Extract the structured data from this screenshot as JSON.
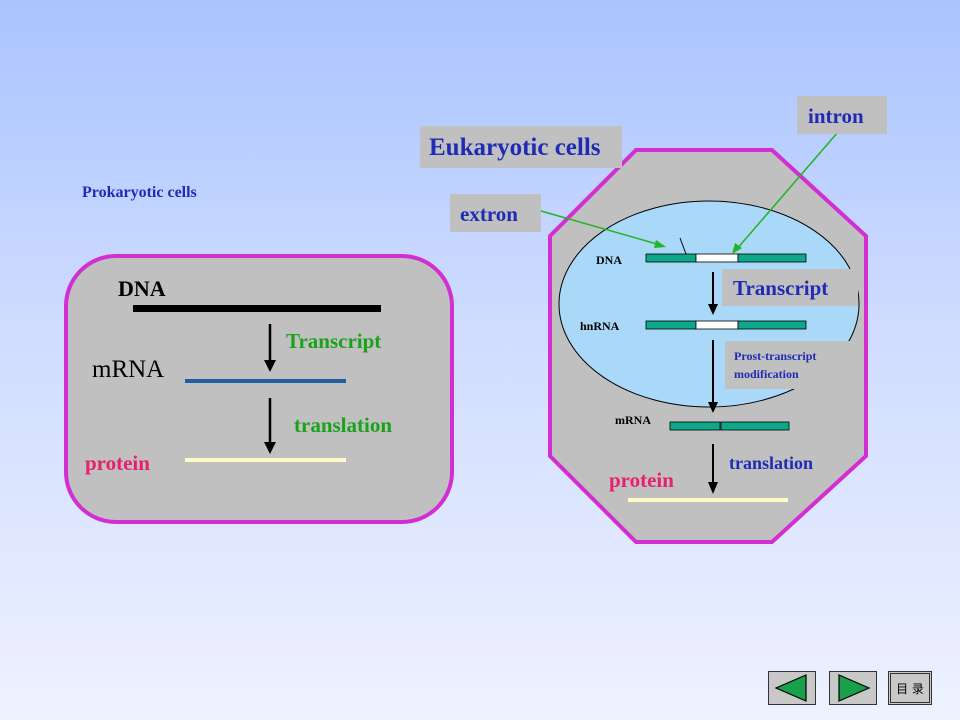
{
  "prokaryotic": {
    "title": "Prokaryotic cells",
    "dna": "DNA",
    "mrna": "mRNA",
    "transcript": "Transcript",
    "translation": "translation",
    "protein": "protein"
  },
  "eukaryotic": {
    "title": "Eukaryotic cells",
    "intron": "intron",
    "extron": "extron",
    "dna": "DNA",
    "hnrna": "hnRNA",
    "mrna": "mRNA",
    "transcript": "Transcript",
    "post_transcript": "Prost-transcript modification",
    "translation": "translation",
    "protein": "protein"
  },
  "nav": {
    "contents_label": "目 录"
  },
  "colors": {
    "cell_border": "#d22fd2",
    "cell_fill": "#c0c0c0",
    "nucleus_fill": "#a9d8f8",
    "strand": "#0da88a",
    "mrna_line": "#1e5fa0",
    "protein_line": "#fffbc8",
    "label_green": "#1aa31a",
    "label_blue": "#1f2bb4",
    "label_red": "#e8206e",
    "label_box": "#c0c0c0",
    "arrow_green": "#22b422"
  }
}
